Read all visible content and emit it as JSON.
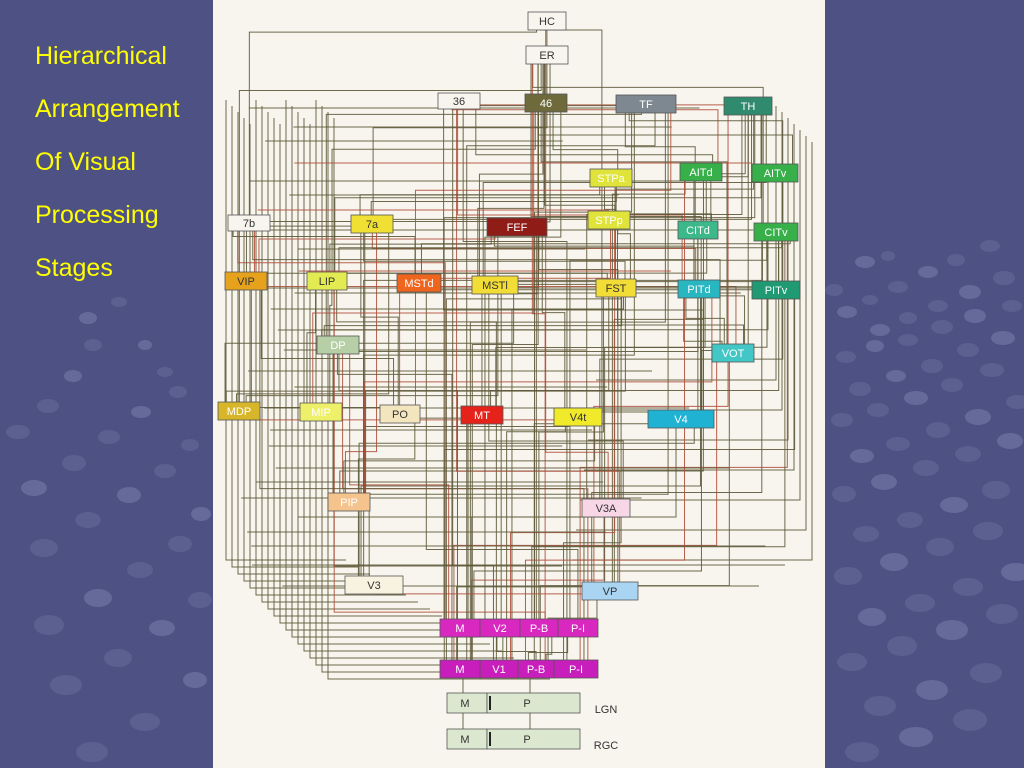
{
  "slide": {
    "title_lines": [
      "Hierarchical",
      "Arrangement",
      "Of Visual",
      "Processing",
      "Stages"
    ]
  },
  "colors": {
    "background": "#4d5184",
    "title": "#ffff00",
    "panel": "#f7f5ee",
    "wire_dark": "#5e5a3a",
    "wire_red": "#b0503c"
  },
  "diagram": {
    "areas": [
      {
        "id": "HC",
        "label": "HC",
        "fill": "#f7f5ee",
        "text": "#333333"
      },
      {
        "id": "ER",
        "label": "ER",
        "fill": "#f7f5ee",
        "text": "#333333"
      },
      {
        "id": "36",
        "label": "36",
        "fill": "#f7f5ee",
        "text": "#333333"
      },
      {
        "id": "46",
        "label": "46",
        "fill": "#6f6a3c",
        "text": "#ffffff"
      },
      {
        "id": "TF",
        "label": "TF",
        "fill": "#7d8890",
        "text": "#ffffff"
      },
      {
        "id": "TH",
        "label": "TH",
        "fill": "#2f8a6e",
        "text": "#ffffff"
      },
      {
        "id": "STPa",
        "label": "STPa",
        "fill": "#dfe33a",
        "text": "#ffffff"
      },
      {
        "id": "AITd",
        "label": "AITd",
        "fill": "#37b04a",
        "text": "#ffffff"
      },
      {
        "id": "AITv",
        "label": "AITv",
        "fill": "#37b04a",
        "text": "#ffffff"
      },
      {
        "id": "7b",
        "label": "7b",
        "fill": "#f7f5ee",
        "text": "#333333"
      },
      {
        "id": "7a",
        "label": "7a",
        "fill": "#f0e033",
        "text": "#333333"
      },
      {
        "id": "FEF",
        "label": "FEF",
        "fill": "#8f1c17",
        "text": "#ffffff"
      },
      {
        "id": "STPp",
        "label": "STPp",
        "fill": "#dfe33a",
        "text": "#ffffff"
      },
      {
        "id": "CITd",
        "label": "CITd",
        "fill": "#3cb88a",
        "text": "#ffffff"
      },
      {
        "id": "CITv",
        "label": "CITv",
        "fill": "#37b04a",
        "text": "#ffffff"
      },
      {
        "id": "VIP",
        "label": "VIP",
        "fill": "#e6a21c",
        "text": "#333333"
      },
      {
        "id": "LIP",
        "label": "LIP",
        "fill": "#e2ec52",
        "text": "#333333"
      },
      {
        "id": "MSTd",
        "label": "MSTd",
        "fill": "#f0651e",
        "text": "#ffffff"
      },
      {
        "id": "MSTl",
        "label": "MSTl",
        "fill": "#f2dc36",
        "text": "#333333"
      },
      {
        "id": "FST",
        "label": "FST",
        "fill": "#f2dc36",
        "text": "#333333"
      },
      {
        "id": "PITd",
        "label": "PITd",
        "fill": "#28b6c0",
        "text": "#ffffff"
      },
      {
        "id": "PITv",
        "label": "PITv",
        "fill": "#1f9a72",
        "text": "#ffffff"
      },
      {
        "id": "DP",
        "label": "DP",
        "fill": "#b7cfa6",
        "text": "#ffffff"
      },
      {
        "id": "VOT",
        "label": "VOT",
        "fill": "#43c7c6",
        "text": "#ffffff"
      },
      {
        "id": "MDP",
        "label": "MDP",
        "fill": "#d8b629",
        "text": "#ffffff"
      },
      {
        "id": "MIP",
        "label": "MIP",
        "fill": "#eef06a",
        "text": "#ffffff"
      },
      {
        "id": "PO",
        "label": "PO",
        "fill": "#f3e6bf",
        "text": "#333333"
      },
      {
        "id": "MT",
        "label": "MT",
        "fill": "#e5231a",
        "text": "#ffffff"
      },
      {
        "id": "V4t",
        "label": "V4t",
        "fill": "#f1ea2a",
        "text": "#333333"
      },
      {
        "id": "V4",
        "label": "V4",
        "fill": "#1fb2d3",
        "text": "#ffffff"
      },
      {
        "id": "PIP",
        "label": "PIP",
        "fill": "#f5c38d",
        "text": "#ffffff"
      },
      {
        "id": "V3A",
        "label": "V3A",
        "fill": "#f7d6e6",
        "text": "#333333"
      },
      {
        "id": "V3",
        "label": "V3",
        "fill": "#f8f2e0",
        "text": "#333333"
      },
      {
        "id": "VP",
        "label": "VP",
        "fill": "#a9d4f2",
        "text": "#333333"
      },
      {
        "id": "V2M",
        "label": "M",
        "fill": "#d928c0",
        "text": "#ffffff"
      },
      {
        "id": "V2",
        "label": "V2",
        "fill": "#d928c0",
        "text": "#ffffff"
      },
      {
        "id": "V2PB",
        "label": "P-B",
        "fill": "#d928c0",
        "text": "#ffffff"
      },
      {
        "id": "V2PI",
        "label": "P-I",
        "fill": "#d928c0",
        "text": "#ffffff"
      },
      {
        "id": "V1M",
        "label": "M",
        "fill": "#c81fbc",
        "text": "#ffffff"
      },
      {
        "id": "V1",
        "label": "V1",
        "fill": "#c81fbc",
        "text": "#ffffff"
      },
      {
        "id": "V1PB",
        "label": "P-B",
        "fill": "#c81fbc",
        "text": "#ffffff"
      },
      {
        "id": "V1PI",
        "label": "P-I",
        "fill": "#c81fbc",
        "text": "#ffffff"
      },
      {
        "id": "LGNM",
        "label": "M",
        "fill": "#dbe8cf",
        "text": "#333333"
      },
      {
        "id": "LGNP",
        "label": "P",
        "fill": "#dbe8cf",
        "text": "#333333"
      },
      {
        "id": "RGCM",
        "label": "M",
        "fill": "#dbe8cf",
        "text": "#333333"
      },
      {
        "id": "RGCP",
        "label": "P",
        "fill": "#dbe8cf",
        "text": "#333333"
      }
    ],
    "stage_labels": [
      {
        "id": "LGN",
        "label": "LGN"
      },
      {
        "id": "RGC",
        "label": "RGC"
      }
    ]
  }
}
